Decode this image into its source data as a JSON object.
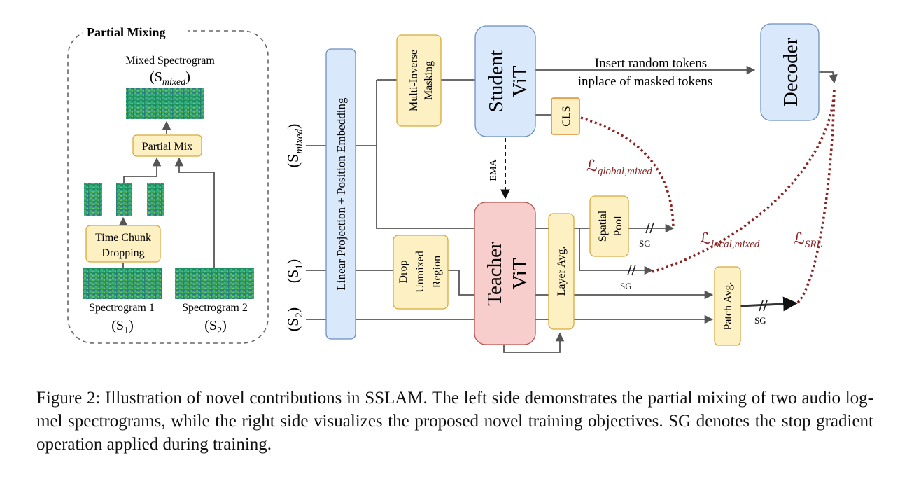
{
  "partial_mixing": {
    "title": "Partial Mixing",
    "mixed_label": "Mixed Spectrogram",
    "mixed_symbol": "(S",
    "mixed_sub": "mixed",
    "partial_mix": "Partial Mix",
    "time_chunk_line1": "Time Chunk",
    "time_chunk_line2": "Dropping",
    "spec1_label": "Spectrogram 1",
    "spec1_symbol": "(S",
    "spec1_sub": "1",
    "spec2_label": "Spectrogram 2",
    "spec2_symbol": "(S",
    "spec2_sub": "2",
    "close_paren": ")"
  },
  "main": {
    "input_mixed": "(S",
    "input_mixed_sub": "mixed",
    "input_s1": "(S",
    "input_s1_sub": "1",
    "input_s2": "(S",
    "input_s2_sub": "2",
    "close_paren": ")",
    "linear_projection": "Linear Projection + Position Embedding",
    "multi_inverse_line1": "Multi-Inverse",
    "multi_inverse_line2": "Masking",
    "student_line1": "Student",
    "student_line2": "ViT",
    "cls": "CLS",
    "insert_line1": "Insert random tokens",
    "insert_line2": "inplace of masked tokens",
    "decoder": "Decoder",
    "ema": "EMA",
    "teacher_line1": "Teacher",
    "teacher_line2": "ViT",
    "drop_line1": "Drop",
    "drop_line2": "Unmixed",
    "drop_line3": "Region",
    "layer_avg": "Layer Avg.",
    "spatial_line1": "Spatial",
    "spatial_line2": "Pool",
    "patch_avg": "Patch Avg.",
    "sg": "SG",
    "loss_symbol": "ℒ",
    "loss_global_sub": "global,mixed",
    "loss_local_sub": "local,mixed",
    "loss_srl_sub": "SRL"
  },
  "caption": "Figure 2: Illustration of novel contributions in SSLAM. The left side demonstrates the partial mixing of two audio log-mel spectrograms, while the right side visualizes the proposed novel training objectives. SG denotes the stop gradient operation applied during training.",
  "colors": {
    "yellow_fill": "#fdf0c2",
    "yellow_stroke": "#d9a93a",
    "blue_fill": "#dae8fc",
    "blue_stroke": "#6c8ebf",
    "red_fill": "#f8cecc",
    "red_stroke": "#b85450",
    "loss_color": "#8b2323",
    "line_color": "#555555"
  }
}
